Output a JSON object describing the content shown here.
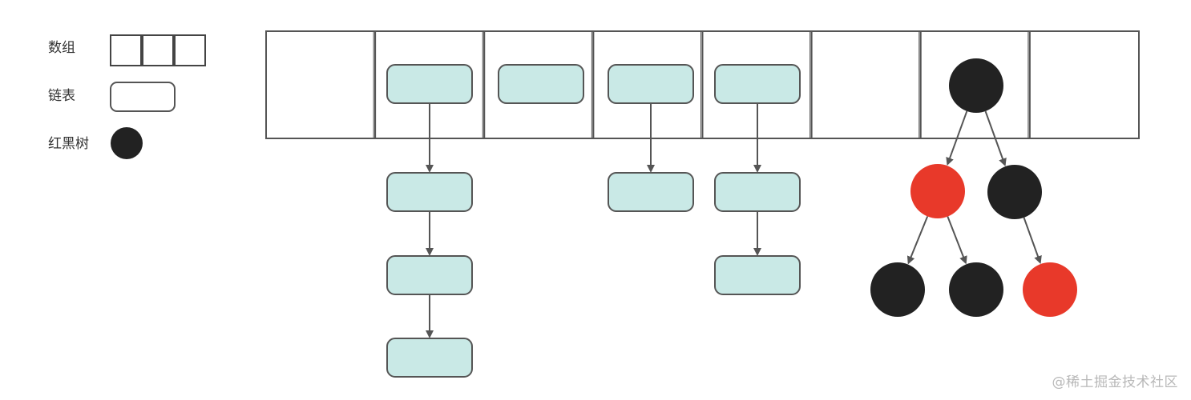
{
  "legend": {
    "array_label": "数组",
    "list_label": "链表",
    "rbtree_label": "红黑树"
  },
  "colors": {
    "list_node_fill": "#c9e9e6",
    "list_node_stroke": "#555555",
    "black_node": "#222222",
    "red_node": "#e8392a",
    "array_stroke": "#555555",
    "arrow": "#555555"
  },
  "structure": {
    "bucket_count": 8,
    "buckets": [
      {
        "type": "empty"
      },
      {
        "type": "list",
        "length": 4
      },
      {
        "type": "list",
        "length": 1
      },
      {
        "type": "list",
        "length": 2
      },
      {
        "type": "list",
        "length": 3
      },
      {
        "type": "empty"
      },
      {
        "type": "rbtree"
      },
      {
        "type": "empty"
      }
    ],
    "rbtree_nodes": [
      {
        "id": "root",
        "color": "black"
      },
      {
        "id": "l",
        "color": "red",
        "parent": "root"
      },
      {
        "id": "r",
        "color": "black",
        "parent": "root"
      },
      {
        "id": "ll",
        "color": "black",
        "parent": "l"
      },
      {
        "id": "lr",
        "color": "black",
        "parent": "l"
      },
      {
        "id": "rl",
        "color": "red",
        "parent": "r"
      }
    ]
  },
  "watermark": "@稀土掘金技术社区"
}
